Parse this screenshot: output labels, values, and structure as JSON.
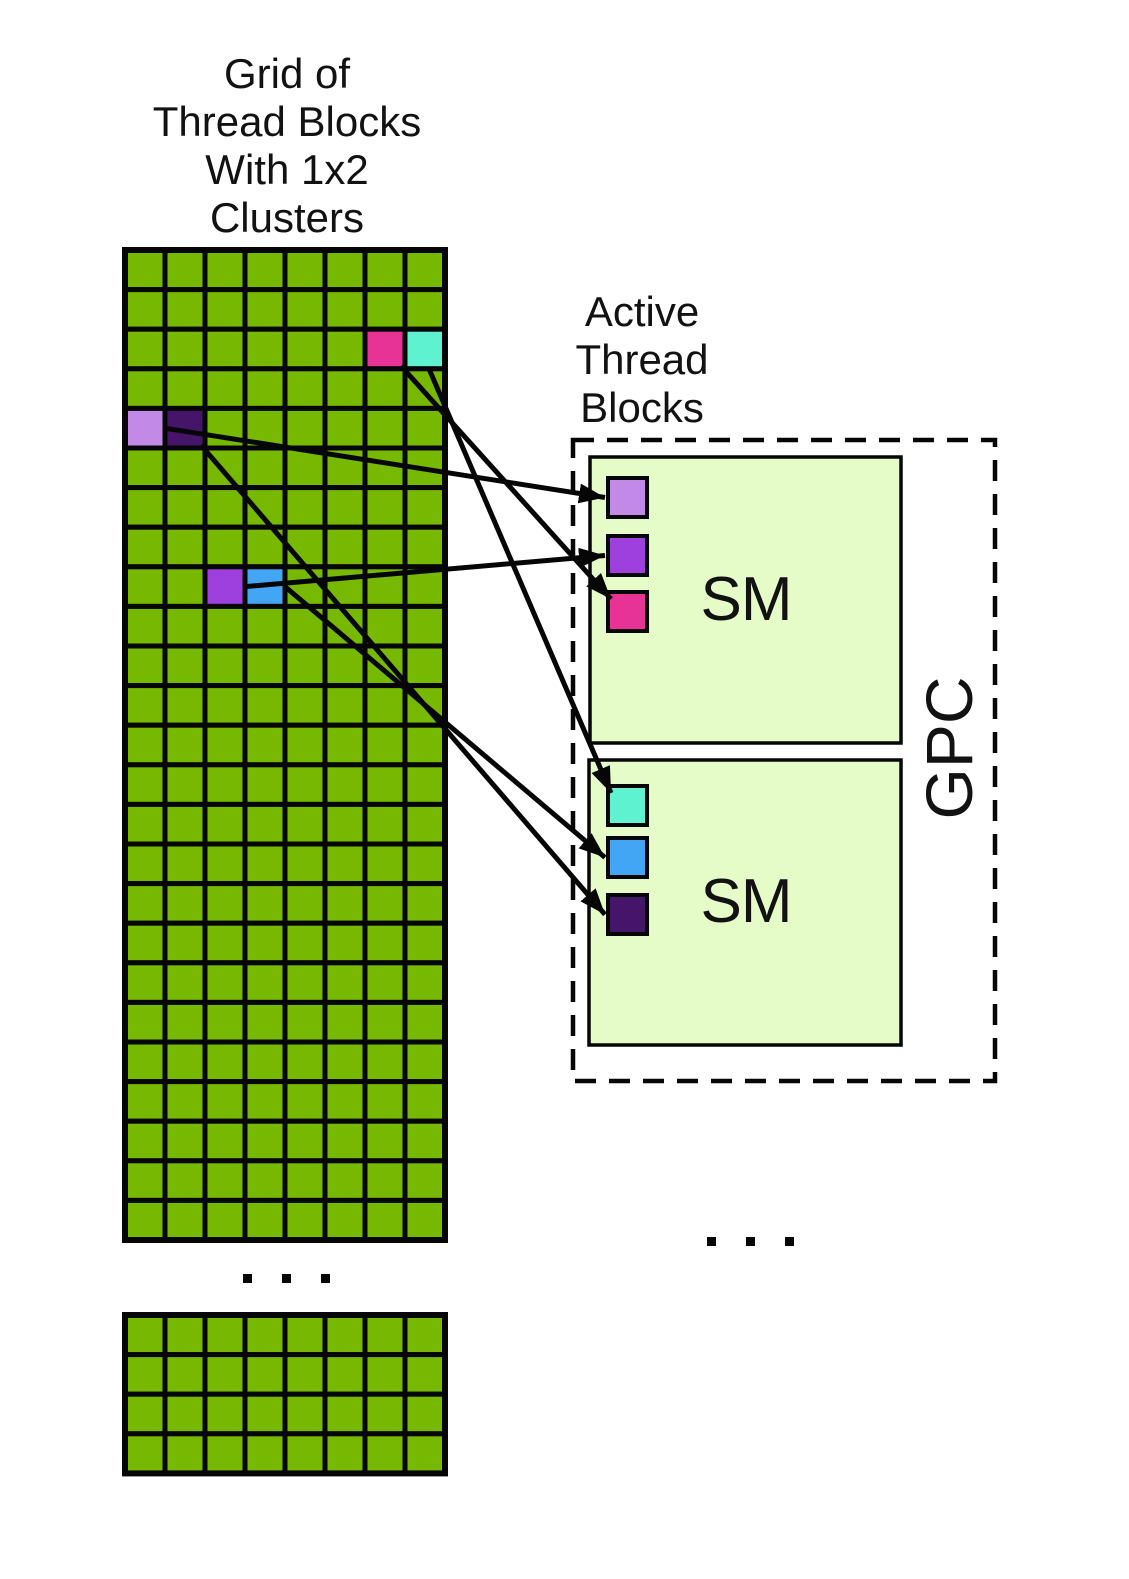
{
  "labels": {
    "grid_title": "Grid of\nThread Blocks\nWith 1x2\nClusters",
    "active_blocks": "Active\nThread\nBlocks",
    "gpc": "GPC"
  },
  "colors": {
    "background": "#ffffff",
    "grid_green": "#76b900",
    "sm_fill": "#e6fcc8",
    "line_black": "#060606",
    "light_purple": "#c289e6",
    "dark_purple": "#451569",
    "purple": "#9d40de",
    "blue": "#42a6f5",
    "pink": "#e63395",
    "cyan": "#5ef2d1"
  },
  "main_grid": {
    "cols": 8,
    "rows": 25,
    "active_cells": [
      {
        "row": 2,
        "col": 6,
        "color": "pink"
      },
      {
        "row": 2,
        "col": 7,
        "color": "cyan"
      },
      {
        "row": 4,
        "col": 0,
        "color": "light_purple"
      },
      {
        "row": 4,
        "col": 1,
        "color": "dark_purple"
      },
      {
        "row": 8,
        "col": 2,
        "color": "purple"
      },
      {
        "row": 8,
        "col": 3,
        "color": "blue"
      }
    ]
  },
  "bottom_grid": {
    "cols": 8,
    "rows": 4
  },
  "sm_boxes": [
    {
      "label": "SM",
      "squares": [
        "light_purple",
        "purple",
        "pink"
      ]
    },
    {
      "label": "SM",
      "squares": [
        "cyan",
        "blue",
        "dark_purple"
      ]
    }
  ],
  "arrows": [
    {
      "from": "light_purple",
      "from_anchor": "right",
      "to_sm": 0,
      "to_slot": 0,
      "to_anchor": "left"
    },
    {
      "from": "dark_purple",
      "from_anchor": "bottom-right",
      "to_sm": 1,
      "to_slot": 2,
      "to_anchor": "left"
    },
    {
      "from": "purple",
      "from_anchor": "right",
      "to_sm": 0,
      "to_slot": 1,
      "to_anchor": "left"
    },
    {
      "from": "blue",
      "from_anchor": "right",
      "to_sm": 1,
      "to_slot": 1,
      "to_anchor": "left"
    },
    {
      "from": "pink",
      "from_anchor": "bottom-right",
      "to_sm": 0,
      "to_slot": 2,
      "to_anchor": "top-left"
    },
    {
      "from": "cyan",
      "from_anchor": "bottom",
      "to_sm": 1,
      "to_slot": 0,
      "to_anchor": "top-left"
    }
  ],
  "ellipsis": [
    {
      "location": "below-main-grid",
      "symbol": "..."
    },
    {
      "location": "below-gpc",
      "symbol": "..."
    }
  ]
}
